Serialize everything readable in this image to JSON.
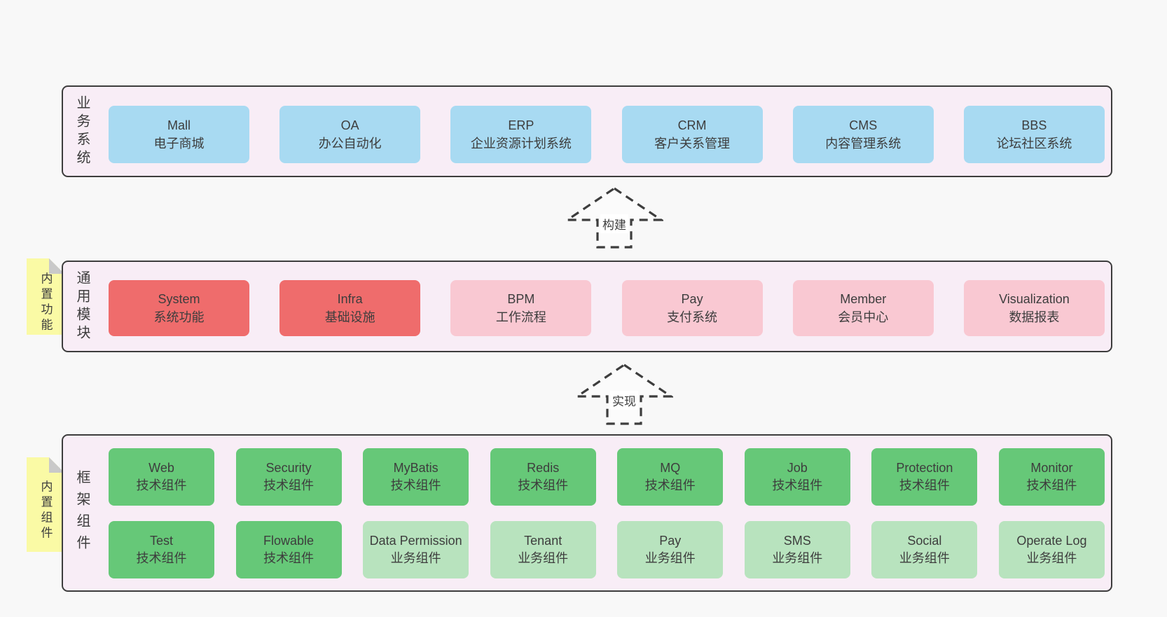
{
  "colors": {
    "page_bg": "#f8f8f8",
    "section_bg": "#f8edf6",
    "border": "#3d3d3d",
    "blue": "#a8daf2",
    "red": "#ef6c6c",
    "pink": "#f9c8d2",
    "green": "#66c878",
    "light_green": "#b8e3be",
    "yellow": "#fafaa5"
  },
  "sections": {
    "business": {
      "label": "业务系统",
      "boxes": [
        {
          "name": "Mall",
          "desc": "电子商城",
          "variant": "blue"
        },
        {
          "name": "OA",
          "desc": "办公自动化",
          "variant": "blue"
        },
        {
          "name": "ERP",
          "desc": "企业资源计划系统",
          "variant": "blue"
        },
        {
          "name": "CRM",
          "desc": "客户关系管理",
          "variant": "blue"
        },
        {
          "name": "CMS",
          "desc": "内容管理系统",
          "variant": "blue"
        },
        {
          "name": "BBS",
          "desc": "论坛社区系统",
          "variant": "blue"
        }
      ]
    },
    "common": {
      "label": "通用模块",
      "tag": "内置功能",
      "boxes": [
        {
          "name": "System",
          "desc": "系统功能",
          "variant": "red"
        },
        {
          "name": "Infra",
          "desc": "基础设施",
          "variant": "red"
        },
        {
          "name": "BPM",
          "desc": "工作流程",
          "variant": "pink"
        },
        {
          "name": "Pay",
          "desc": "支付系统",
          "variant": "pink"
        },
        {
          "name": "Member",
          "desc": "会员中心",
          "variant": "pink"
        },
        {
          "name": "Visualization",
          "desc": "数据报表",
          "variant": "pink"
        }
      ]
    },
    "framework": {
      "label": "框架组件",
      "tag": "内置组件",
      "row1": [
        {
          "name": "Web",
          "desc": "技术组件",
          "variant": "green"
        },
        {
          "name": "Security",
          "desc": "技术组件",
          "variant": "green"
        },
        {
          "name": "MyBatis",
          "desc": "技术组件",
          "variant": "green"
        },
        {
          "name": "Redis",
          "desc": "技术组件",
          "variant": "green"
        },
        {
          "name": "MQ",
          "desc": "技术组件",
          "variant": "green"
        },
        {
          "name": "Job",
          "desc": "技术组件",
          "variant": "green"
        },
        {
          "name": "Protection",
          "desc": "技术组件",
          "variant": "green"
        },
        {
          "name": "Monitor",
          "desc": "技术组件",
          "variant": "green"
        }
      ],
      "row2": [
        {
          "name": "Test",
          "desc": "技术组件",
          "variant": "green"
        },
        {
          "name": "Flowable",
          "desc": "技术组件",
          "variant": "green"
        },
        {
          "name": "Data Permission",
          "desc": "业务组件",
          "variant": "light-green"
        },
        {
          "name": "Tenant",
          "desc": "业务组件",
          "variant": "light-green"
        },
        {
          "name": "Pay",
          "desc": "业务组件",
          "variant": "light-green"
        },
        {
          "name": "SMS",
          "desc": "业务组件",
          "variant": "light-green"
        },
        {
          "name": "Social",
          "desc": "业务组件",
          "variant": "light-green"
        },
        {
          "name": "Operate Log",
          "desc": "业务组件",
          "variant": "light-green"
        }
      ]
    }
  },
  "arrows": [
    {
      "label": "构建"
    },
    {
      "label": "实现"
    }
  ]
}
